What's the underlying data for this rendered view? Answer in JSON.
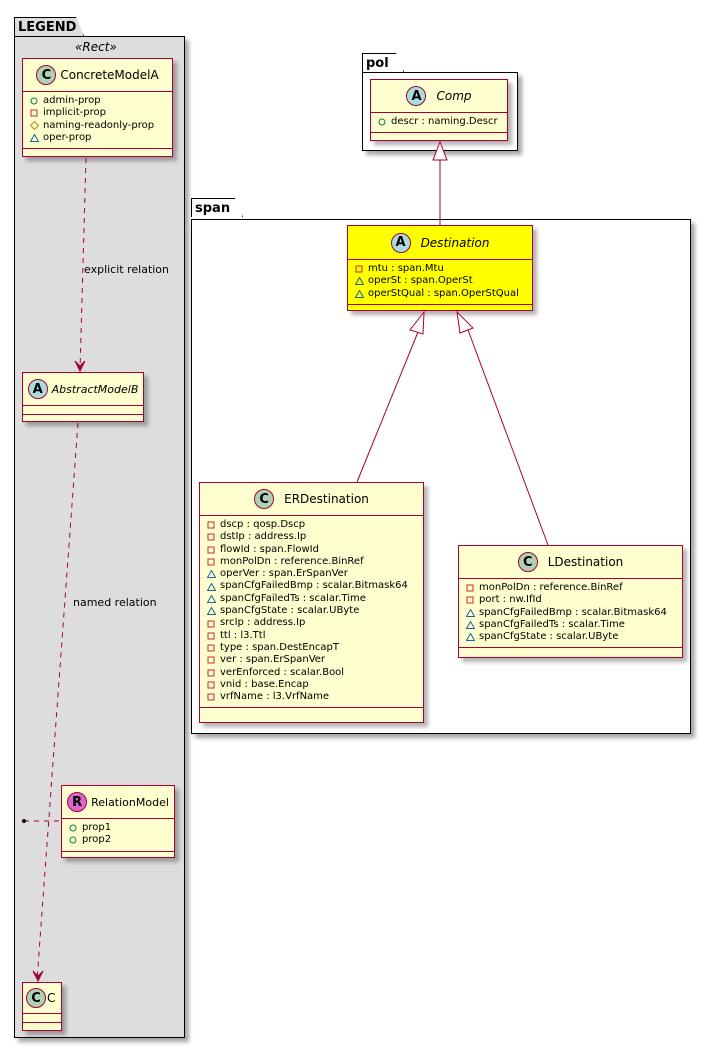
{
  "colors": {
    "class_fill": "#fefece",
    "highlight_fill": "#ffff00",
    "border": "#a80036",
    "legend_bg": "#dddddd",
    "vis_public": "#038048",
    "vis_private": "#c82930",
    "vis_protected": "#b38d22",
    "vis_package": "#1963a0"
  },
  "legend": {
    "package_name": "LEGEND",
    "stereotype": "«Rect»",
    "concrete": {
      "icon": "C",
      "name": "ConcreteModelA",
      "attrs": [
        {
          "vis": "public",
          "text": "admin-prop"
        },
        {
          "vis": "private",
          "text": "implicit-prop"
        },
        {
          "vis": "protected",
          "text": "naming-readonly-prop"
        },
        {
          "vis": "package",
          "text": "oper-prop"
        }
      ]
    },
    "explicit_label": "explicit relation",
    "abstract": {
      "icon": "A",
      "name": "AbstractModelB"
    },
    "named_label": "named relation",
    "relation": {
      "icon": "R",
      "name": "RelationModel",
      "attrs": [
        {
          "vis": "public",
          "text": "prop1"
        },
        {
          "vis": "public",
          "text": "prop2"
        }
      ]
    },
    "c_class": {
      "icon": "C",
      "name": "C"
    }
  },
  "pol": {
    "package_name": "pol",
    "comp": {
      "icon": "A",
      "name": "Comp",
      "attrs": [
        {
          "vis": "public",
          "text": "descr : naming.Descr"
        }
      ]
    }
  },
  "span": {
    "package_name": "span",
    "destination": {
      "icon": "A",
      "name": "Destination",
      "attrs": [
        {
          "vis": "private",
          "text": "mtu : span.Mtu"
        },
        {
          "vis": "package",
          "text": "operSt : span.OperSt"
        },
        {
          "vis": "package",
          "text": "operStQual : span.OperStQual"
        }
      ]
    },
    "erdestination": {
      "icon": "C",
      "name": "ERDestination",
      "attrs": [
        {
          "vis": "private",
          "text": "dscp : qosp.Dscp"
        },
        {
          "vis": "private",
          "text": "dstIp : address.Ip"
        },
        {
          "vis": "private",
          "text": "flowId : span.FlowId"
        },
        {
          "vis": "private",
          "text": "monPolDn : reference.BinRef"
        },
        {
          "vis": "package",
          "text": "operVer : span.ErSpanVer"
        },
        {
          "vis": "package",
          "text": "spanCfgFailedBmp : scalar.Bitmask64"
        },
        {
          "vis": "package",
          "text": "spanCfgFailedTs : scalar.Time"
        },
        {
          "vis": "package",
          "text": "spanCfgState : scalar.UByte"
        },
        {
          "vis": "private",
          "text": "srcIp : address.Ip"
        },
        {
          "vis": "private",
          "text": "ttl : l3.Ttl"
        },
        {
          "vis": "private",
          "text": "type : span.DestEncapT"
        },
        {
          "vis": "private",
          "text": "ver : span.ErSpanVer"
        },
        {
          "vis": "private",
          "text": "verEnforced : scalar.Bool"
        },
        {
          "vis": "private",
          "text": "vnid : base.Encap"
        },
        {
          "vis": "private",
          "text": "vrfName : l3.VrfName"
        }
      ]
    },
    "ldestination": {
      "icon": "C",
      "name": "LDestination",
      "attrs": [
        {
          "vis": "private",
          "text": "monPolDn : reference.BinRef"
        },
        {
          "vis": "private",
          "text": "port : nw.IfId"
        },
        {
          "vis": "package",
          "text": "spanCfgFailedBmp : scalar.Bitmask64"
        },
        {
          "vis": "package",
          "text": "spanCfgFailedTs : scalar.Time"
        },
        {
          "vis": "package",
          "text": "spanCfgState : scalar.UByte"
        }
      ]
    }
  }
}
